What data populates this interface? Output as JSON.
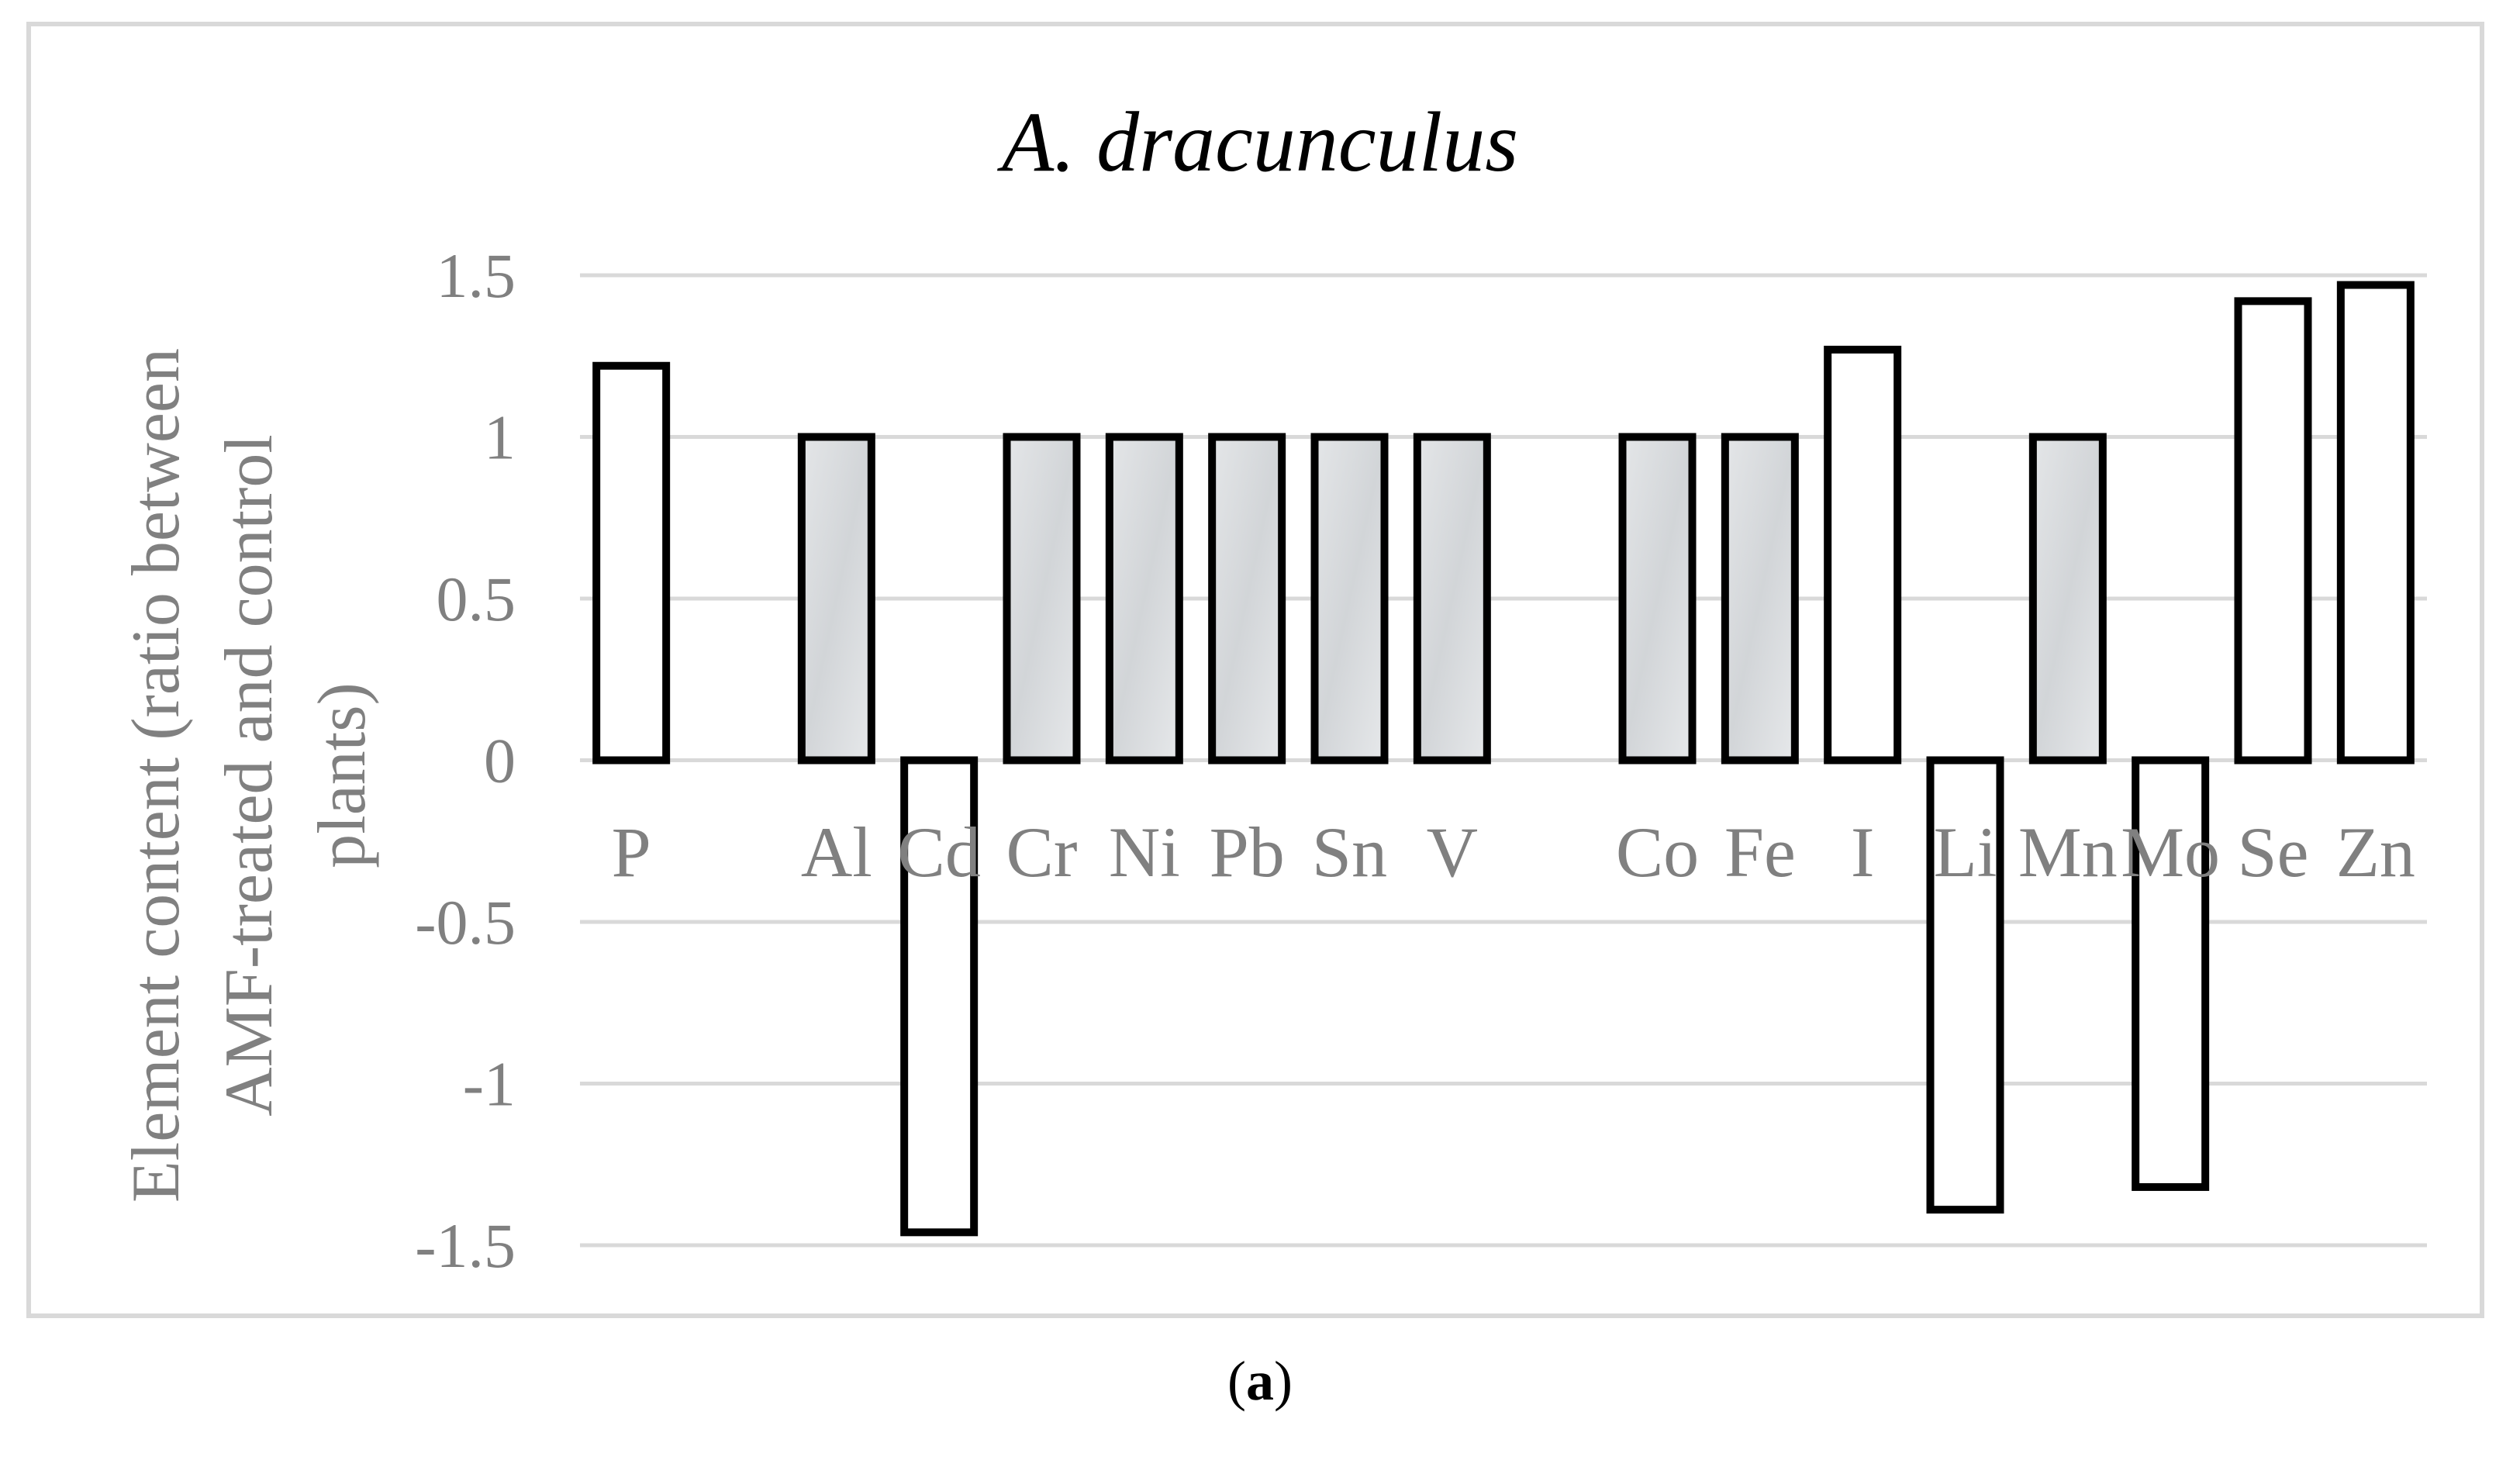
{
  "chart_data": {
    "type": "bar",
    "title": "A. dracunculus",
    "ylabel": "Element content (ratio between AMF-treated and control plants)",
    "ylabel_lines": [
      "Element content (ratio between",
      "AMF-treated and control",
      "plants)"
    ],
    "xlabel": "",
    "ylim": [
      -1.5,
      1.5
    ],
    "yticks": [
      1.5,
      1,
      0.5,
      0,
      -0.5,
      -1,
      -1.5
    ],
    "ytick_labels": [
      "1.5",
      "1",
      "0.5",
      "0",
      "-0.5",
      "-1",
      "-1.5"
    ],
    "grid": true,
    "slots": [
      "P",
      "",
      "Al",
      "Cd",
      "Cr",
      "Ni",
      "Pb",
      "Sn",
      "V",
      "",
      "Co",
      "Fe",
      "I",
      "Li",
      "Mn",
      "Mo",
      "Se",
      "Zn"
    ],
    "categories": [
      "P",
      "Al",
      "Cd",
      "Cr",
      "Ni",
      "Pb",
      "Sn",
      "V",
      "Co",
      "Fe",
      "I",
      "Li",
      "Mn",
      "Mo",
      "Se",
      "Zn"
    ],
    "values": [
      1.22,
      1.0,
      -1.46,
      1.0,
      1.0,
      1.0,
      1.0,
      1.0,
      1.0,
      1.0,
      1.27,
      -1.39,
      1.0,
      -1.32,
      1.42,
      1.47
    ],
    "bar_fill": [
      "white",
      "gray",
      "white",
      "gray",
      "gray",
      "gray",
      "gray",
      "gray",
      "gray",
      "gray",
      "white",
      "white",
      "gray",
      "white",
      "white",
      "white"
    ]
  },
  "colors": {
    "grid": "#d9d9d9",
    "bar_outline": "#000000",
    "bar_white": "#ffffff",
    "bar_gray": "#dcdee0",
    "label": "#808080"
  },
  "panel_label": {
    "open": "(",
    "letter": "a",
    "close": ")"
  }
}
